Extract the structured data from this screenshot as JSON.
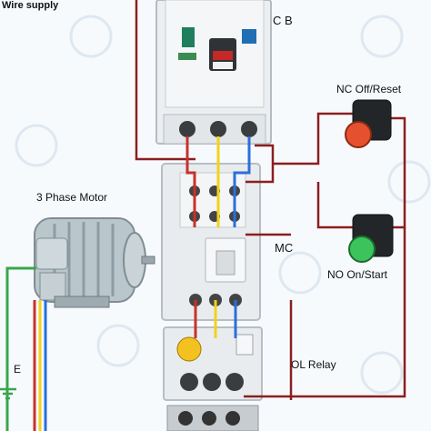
{
  "labels": {
    "supply": "Wire supply",
    "cb": "C B",
    "nc": "NC Off/Reset",
    "motor": "3 Phase Motor",
    "mc": "MC",
    "no": "NO  On/Start",
    "ol": "OL Relay",
    "earth": "E"
  },
  "colors": {
    "wire_red": "#c8312a",
    "wire_yellow": "#f2d21b",
    "wire_blue": "#2a6fdb",
    "wire_green": "#3aa64b",
    "wire_dark_red": "#8a1f1f",
    "button_red": "#e5512f",
    "button_green": "#3cc45c",
    "device_body": "#e9ecee",
    "motor_body": "#b9c6cc",
    "ol_dial": "#f4c21f"
  },
  "icons": [
    "red-stop-button-icon",
    "green-start-button-icon",
    "earth-ground-icon"
  ]
}
